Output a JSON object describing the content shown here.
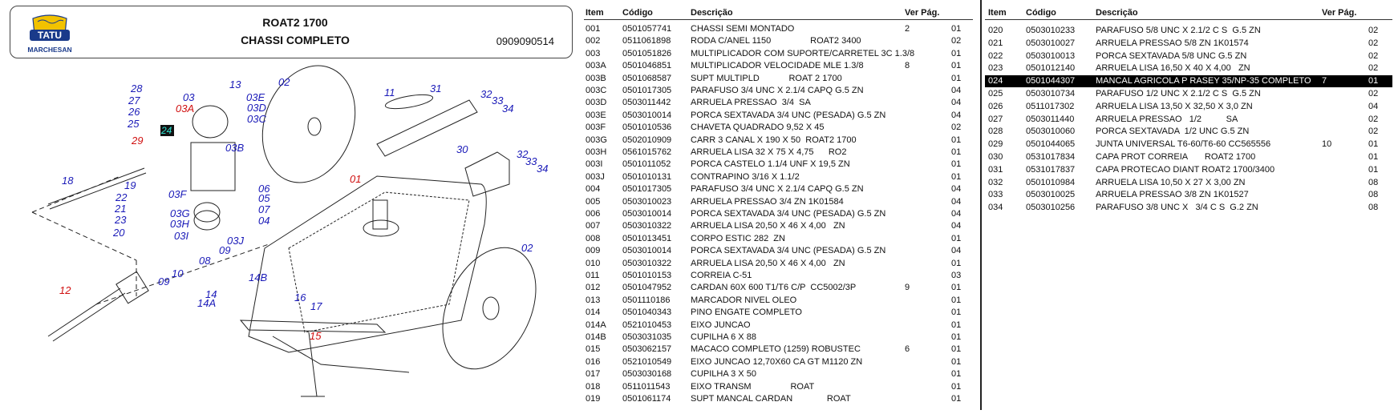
{
  "header": {
    "brand_top": "TATU",
    "brand_bottom": "MARCHESAN",
    "model": "ROAT2 1700",
    "section": "CHASSI COMPLETO",
    "code": "0909090514"
  },
  "diagram": {
    "callouts_blue": [
      "28",
      "27",
      "26",
      "25",
      "03",
      "13",
      "03E",
      "03D",
      "03C",
      "02",
      "11",
      "31",
      "32",
      "33",
      "34",
      "18",
      "19",
      "03B",
      "03F",
      "22",
      "21",
      "23",
      "20",
      "03G",
      "03H",
      "03I",
      "03J",
      "06",
      "05",
      "07",
      "04",
      "08",
      "09",
      "10",
      "14B",
      "14",
      "14A",
      "16",
      "17",
      "30",
      "32",
      "33",
      "34",
      "02",
      "09"
    ],
    "callouts_red": [
      "03A",
      "29",
      "01",
      "12",
      "15"
    ],
    "callout_highlight": "24"
  },
  "table_left": {
    "headers": {
      "item": "Item",
      "code": "Código",
      "desc": "Descrição",
      "ver": "Ver Pág."
    },
    "rows": [
      {
        "item": "001",
        "code": "0501057741",
        "desc": "CHASSI SEMI MONTADO",
        "ver": "2",
        "qty": "01"
      },
      {
        "item": "002",
        "code": "0511061898",
        "desc": "RODA C/ANEL 1150                ROAT2 3400",
        "ver": "",
        "qty": "02"
      },
      {
        "item": "003",
        "code": "0501051826",
        "desc": "MULTIPLICADOR COM SUPORTE/CARRETEL 3C 1.3/8",
        "ver": "",
        "qty": "01"
      },
      {
        "item": "003A",
        "code": "0501046851",
        "desc": "MULTIPLICADOR VELOCIDADE MLE 1.3/8",
        "ver": "8",
        "qty": "01"
      },
      {
        "item": "003B",
        "code": "0501068587",
        "desc": "SUPT MULTIPLD            ROAT 2 1700",
        "ver": "",
        "qty": "01"
      },
      {
        "item": "003C",
        "code": "0501017305",
        "desc": "PARAFUSO 3/4 UNC X 2.1/4 CAPQ G.5 ZN",
        "ver": "",
        "qty": "04"
      },
      {
        "item": "003D",
        "code": "0503011442",
        "desc": "ARRUELA PRESSAO  3/4  SA",
        "ver": "",
        "qty": "04"
      },
      {
        "item": "003E",
        "code": "0503010014",
        "desc": "PORCA SEXTAVADA 3/4 UNC (PESADA) G.5 ZN",
        "ver": "",
        "qty": "04"
      },
      {
        "item": "003F",
        "code": "0501010536",
        "desc": "CHAVETA QUADRADO 9,52 X 45",
        "ver": "",
        "qty": "02"
      },
      {
        "item": "003G",
        "code": "0502010909",
        "desc": "CARR 3 CANAL X 190 X 50  ROAT2 1700",
        "ver": "",
        "qty": "01"
      },
      {
        "item": "003H",
        "code": "0561015762",
        "desc": "ARRUELA LISA 32 X 75 X 4,75      RO2",
        "ver": "",
        "qty": "01"
      },
      {
        "item": "003I",
        "code": "0501011052",
        "desc": "PORCA CASTELO 1.1/4 UNF X 19,5 ZN",
        "ver": "",
        "qty": "01"
      },
      {
        "item": "003J",
        "code": "0501010131",
        "desc": "CONTRAPINO 3/16 X 1.1/2",
        "ver": "",
        "qty": "01"
      },
      {
        "item": "004",
        "code": "0501017305",
        "desc": "PARAFUSO 3/4 UNC X 2.1/4 CAPQ G.5 ZN",
        "ver": "",
        "qty": "04"
      },
      {
        "item": "005",
        "code": "0503010023",
        "desc": "ARRUELA PRESSAO 3/4 ZN 1K01584",
        "ver": "",
        "qty": "04"
      },
      {
        "item": "006",
        "code": "0503010014",
        "desc": "PORCA SEXTAVADA 3/4 UNC (PESADA) G.5 ZN",
        "ver": "",
        "qty": "04"
      },
      {
        "item": "007",
        "code": "0503010322",
        "desc": "ARRUELA LISA 20,50 X 46 X 4,00   ZN",
        "ver": "",
        "qty": "04"
      },
      {
        "item": "008",
        "code": "0501013451",
        "desc": "CORPO ESTIC 282  ZN",
        "ver": "",
        "qty": "01"
      },
      {
        "item": "009",
        "code": "0503010014",
        "desc": "PORCA SEXTAVADA 3/4 UNC (PESADA) G.5 ZN",
        "ver": "",
        "qty": "04"
      },
      {
        "item": "010",
        "code": "0503010322",
        "desc": "ARRUELA LISA 20,50 X 46 X 4,00   ZN",
        "ver": "",
        "qty": "01"
      },
      {
        "item": "011",
        "code": "0501010153",
        "desc": "CORREIA C-51",
        "ver": "",
        "qty": "03"
      },
      {
        "item": "012",
        "code": "0501047952",
        "desc": "CARDAN 60X 600 T1/T6 C/P  CC5002/3P",
        "ver": "9",
        "qty": "01"
      },
      {
        "item": "013",
        "code": "0501110186",
        "desc": "MARCADOR NIVEL OLEO",
        "ver": "",
        "qty": "01"
      },
      {
        "item": "014",
        "code": "0501040343",
        "desc": "PINO ENGATE COMPLETO",
        "ver": "",
        "qty": "01"
      },
      {
        "item": "014A",
        "code": "0521010453",
        "desc": "EIXO JUNCAO",
        "ver": "",
        "qty": "01"
      },
      {
        "item": "014B",
        "code": "0503031035",
        "desc": "CUPILHA 6 X 88",
        "ver": "",
        "qty": "01"
      },
      {
        "item": "015",
        "code": "0503062157",
        "desc": "MACACO COMPLETO (1259) ROBUSTEC",
        "ver": "6",
        "qty": "01"
      },
      {
        "item": "016",
        "code": "0521010549",
        "desc": "EIXO JUNCAO 12,70X60 CA GT M1120 ZN",
        "ver": "",
        "qty": "01"
      },
      {
        "item": "017",
        "code": "0503030168",
        "desc": "CUPILHA 3 X 50",
        "ver": "",
        "qty": "01"
      },
      {
        "item": "018",
        "code": "0511011543",
        "desc": "EIXO TRANSM                ROAT",
        "ver": "",
        "qty": "01"
      },
      {
        "item": "019",
        "code": "0501061174",
        "desc": "SUPT MANCAL CARDAN              ROAT",
        "ver": "",
        "qty": "01"
      }
    ]
  },
  "table_right": {
    "headers": {
      "item": "Item",
      "code": "Código",
      "desc": "Descrição",
      "ver": "Ver Pág."
    },
    "rows": [
      {
        "item": "020",
        "code": "0503010233",
        "desc": "PARAFUSO 5/8 UNC X 2.1/2 C S  G.5 ZN",
        "ver": "",
        "qty": "02",
        "sel": false
      },
      {
        "item": "021",
        "code": "0503010027",
        "desc": "ARRUELA PRESSAO 5/8 ZN 1K01574",
        "ver": "",
        "qty": "02",
        "sel": false
      },
      {
        "item": "022",
        "code": "0503010013",
        "desc": "PORCA SEXTAVADA 5/8 UNC G.5 ZN",
        "ver": "",
        "qty": "02",
        "sel": false
      },
      {
        "item": "023",
        "code": "0501012140",
        "desc": "ARRUELA LISA 16,50 X 40 X 4,00   ZN",
        "ver": "",
        "qty": "02",
        "sel": false
      },
      {
        "item": "024",
        "code": "0501044307",
        "desc": "MANCAL AGRICOLA P RASEY 35/NP-35 COMPLETO",
        "ver": "7",
        "qty": "01",
        "sel": true
      },
      {
        "item": "025",
        "code": "0503010734",
        "desc": "PARAFUSO 1/2 UNC X 2.1/2 C S  G.5 ZN",
        "ver": "",
        "qty": "02",
        "sel": false
      },
      {
        "item": "026",
        "code": "0511017302",
        "desc": "ARRUELA LISA 13,50 X 32,50 X 3,0 ZN",
        "ver": "",
        "qty": "04",
        "sel": false
      },
      {
        "item": "027",
        "code": "0503011440",
        "desc": "ARRUELA PRESSAO   1/2          SA",
        "ver": "",
        "qty": "02",
        "sel": false
      },
      {
        "item": "028",
        "code": "0503010060",
        "desc": "PORCA SEXTAVADA  1/2 UNC G.5 ZN",
        "ver": "",
        "qty": "02",
        "sel": false
      },
      {
        "item": "029",
        "code": "0501044065",
        "desc": "JUNTA UNIVERSAL T6-60/T6-60 CC565556",
        "ver": "10",
        "qty": "01",
        "sel": false
      },
      {
        "item": "030",
        "code": "0531017834",
        "desc": "CAPA PROT CORREIA       ROAT2 1700",
        "ver": "",
        "qty": "01",
        "sel": false
      },
      {
        "item": "031",
        "code": "0531017837",
        "desc": "CAPA PROTECAO DIANT ROAT2 1700/3400",
        "ver": "",
        "qty": "01",
        "sel": false
      },
      {
        "item": "032",
        "code": "0501010984",
        "desc": "ARRUELA LISA 10,50 X 27 X 3,00 ZN",
        "ver": "",
        "qty": "08",
        "sel": false
      },
      {
        "item": "033",
        "code": "0503010025",
        "desc": "ARRUELA PRESSAO 3/8 ZN 1K01527",
        "ver": "",
        "qty": "08",
        "sel": false
      },
      {
        "item": "034",
        "code": "0503010256",
        "desc": "PARAFUSO 3/8 UNC X   3/4 C S  G.2 ZN",
        "ver": "",
        "qty": "08",
        "sel": false
      }
    ]
  }
}
